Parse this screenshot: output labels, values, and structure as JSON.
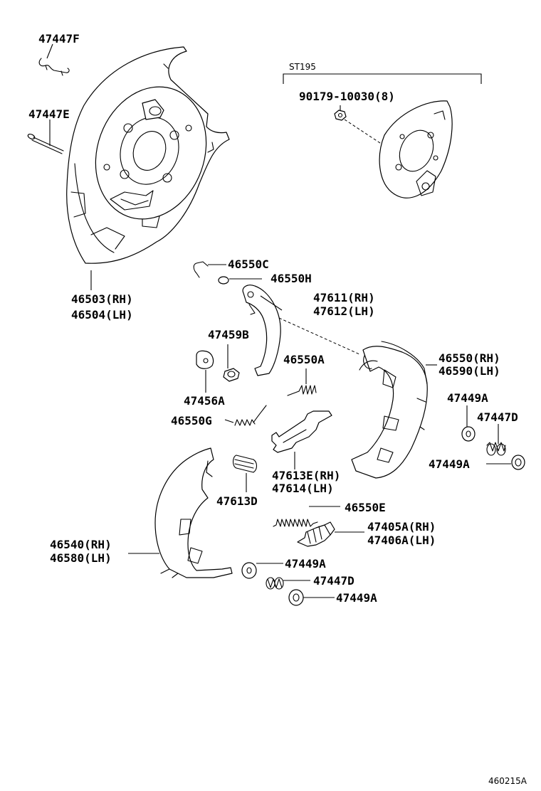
{
  "labels": {
    "p47447F": "47447F",
    "p47447E": "47447E",
    "p46503": "46503(RH)",
    "p46504": "46504(LH)",
    "st195": "ST195",
    "p90179": "90179-10030(8)",
    "p46550C": "46550C",
    "p46550H": "46550H",
    "p47611": "47611(RH)",
    "p47612": "47612(LH)",
    "p47459B": "47459B",
    "p46550A": "46550A",
    "p46550": "46550(RH)",
    "p46590": "46590(LH)",
    "p47456A": "47456A",
    "p46550G": "46550G",
    "p47449A_1": "47449A",
    "p47447D_1": "47447D",
    "p47449A_2": "47449A",
    "p47613E": "47613E(RH)",
    "p47614": "47614(LH)",
    "p47613D": "47613D",
    "p46550E": "46550E",
    "p47405A": "47405A(RH)",
    "p47406A": "47406A(LH)",
    "p46540": "46540(RH)",
    "p46580": "46580(LH)",
    "p47449A_3": "47449A",
    "p47447D_2": "47447D",
    "p47449A_4": "47449A",
    "ref": "460215A"
  }
}
